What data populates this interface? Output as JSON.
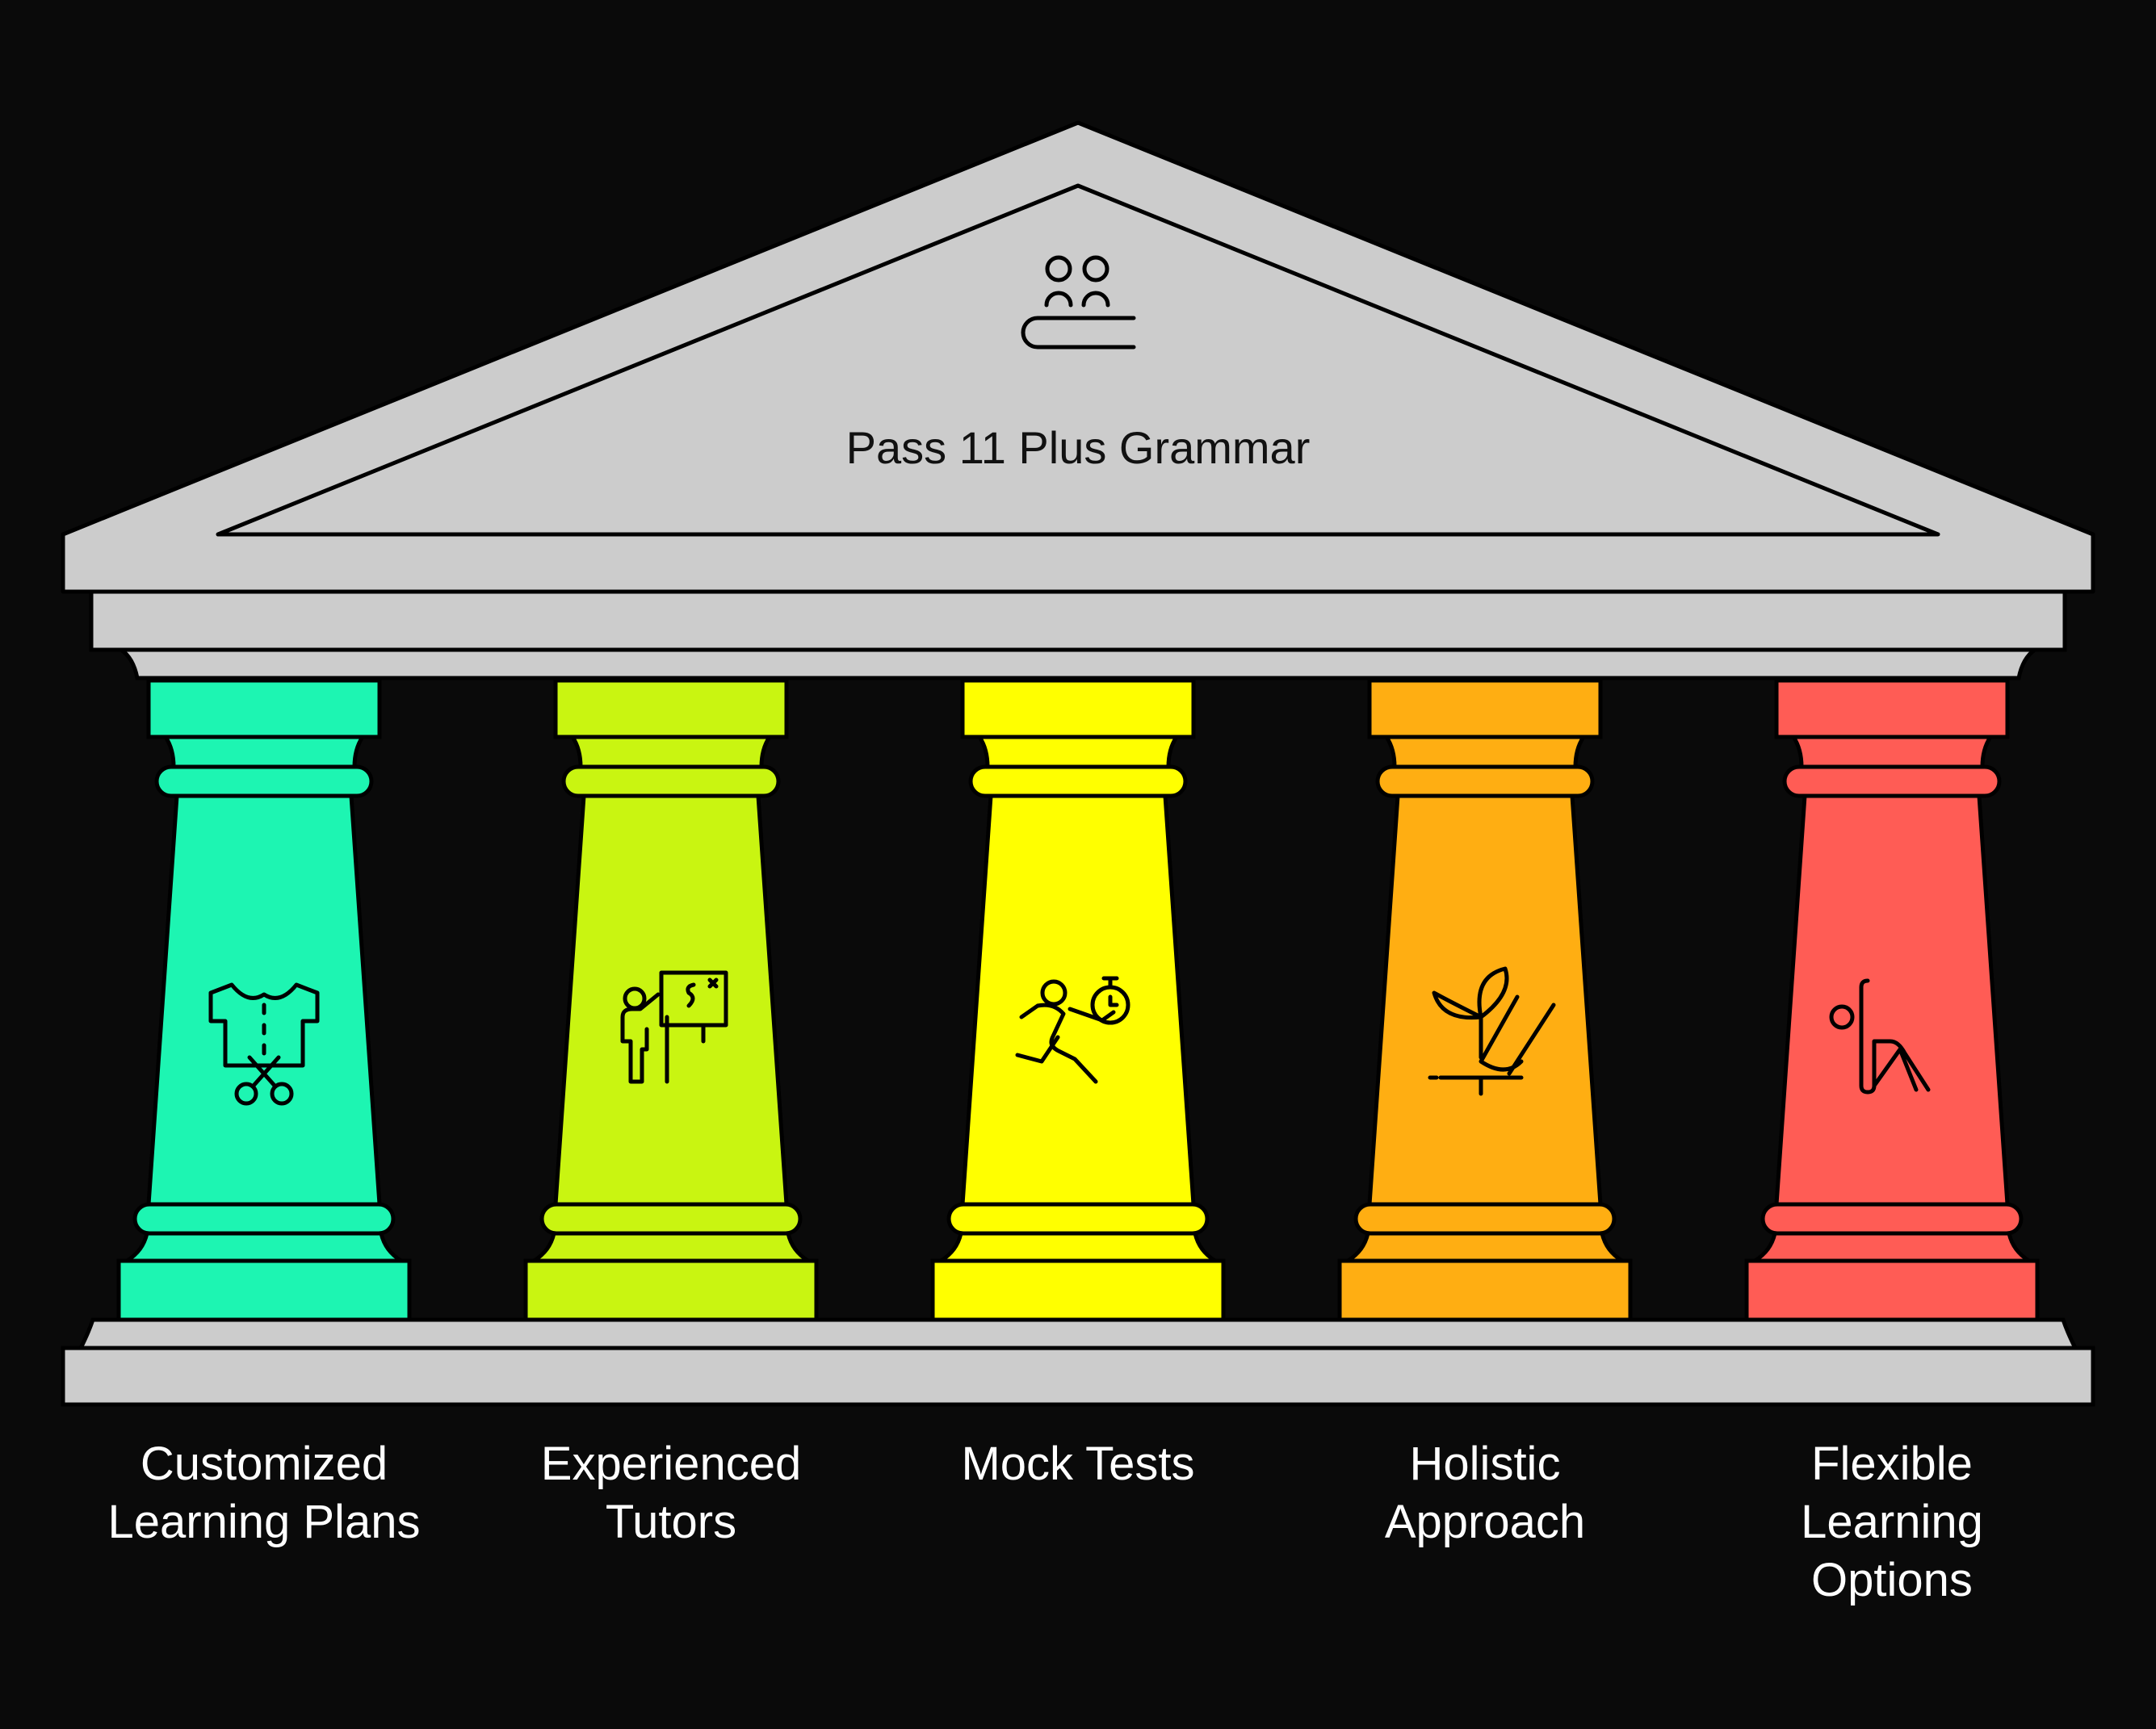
{
  "title": "Pass 11 Plus Grammar",
  "roof_icon": "students-group-icon",
  "colors": {
    "background": "#0a0a0a",
    "stone": "#cccccc",
    "outline": "#000000",
    "label_text": "#ffffff"
  },
  "pillars": [
    {
      "label": "Customized\nLearning Plans",
      "icon": "tailoring-shirt-scissors-icon",
      "color": "#1df5b2"
    },
    {
      "label": "Experienced\nTutors",
      "icon": "tutor-whiteboard-icon",
      "color": "#c9f511"
    },
    {
      "label": "Mock Tests",
      "icon": "runner-stopwatch-icon",
      "color": "#ffff00"
    },
    {
      "label": "Holistic\nApproach",
      "icon": "plant-growth-icon",
      "color": "#ffae12"
    },
    {
      "label": "Flexible\nLearning\nOptions",
      "icon": "stretching-person-icon",
      "color": "#ff5c55"
    }
  ]
}
